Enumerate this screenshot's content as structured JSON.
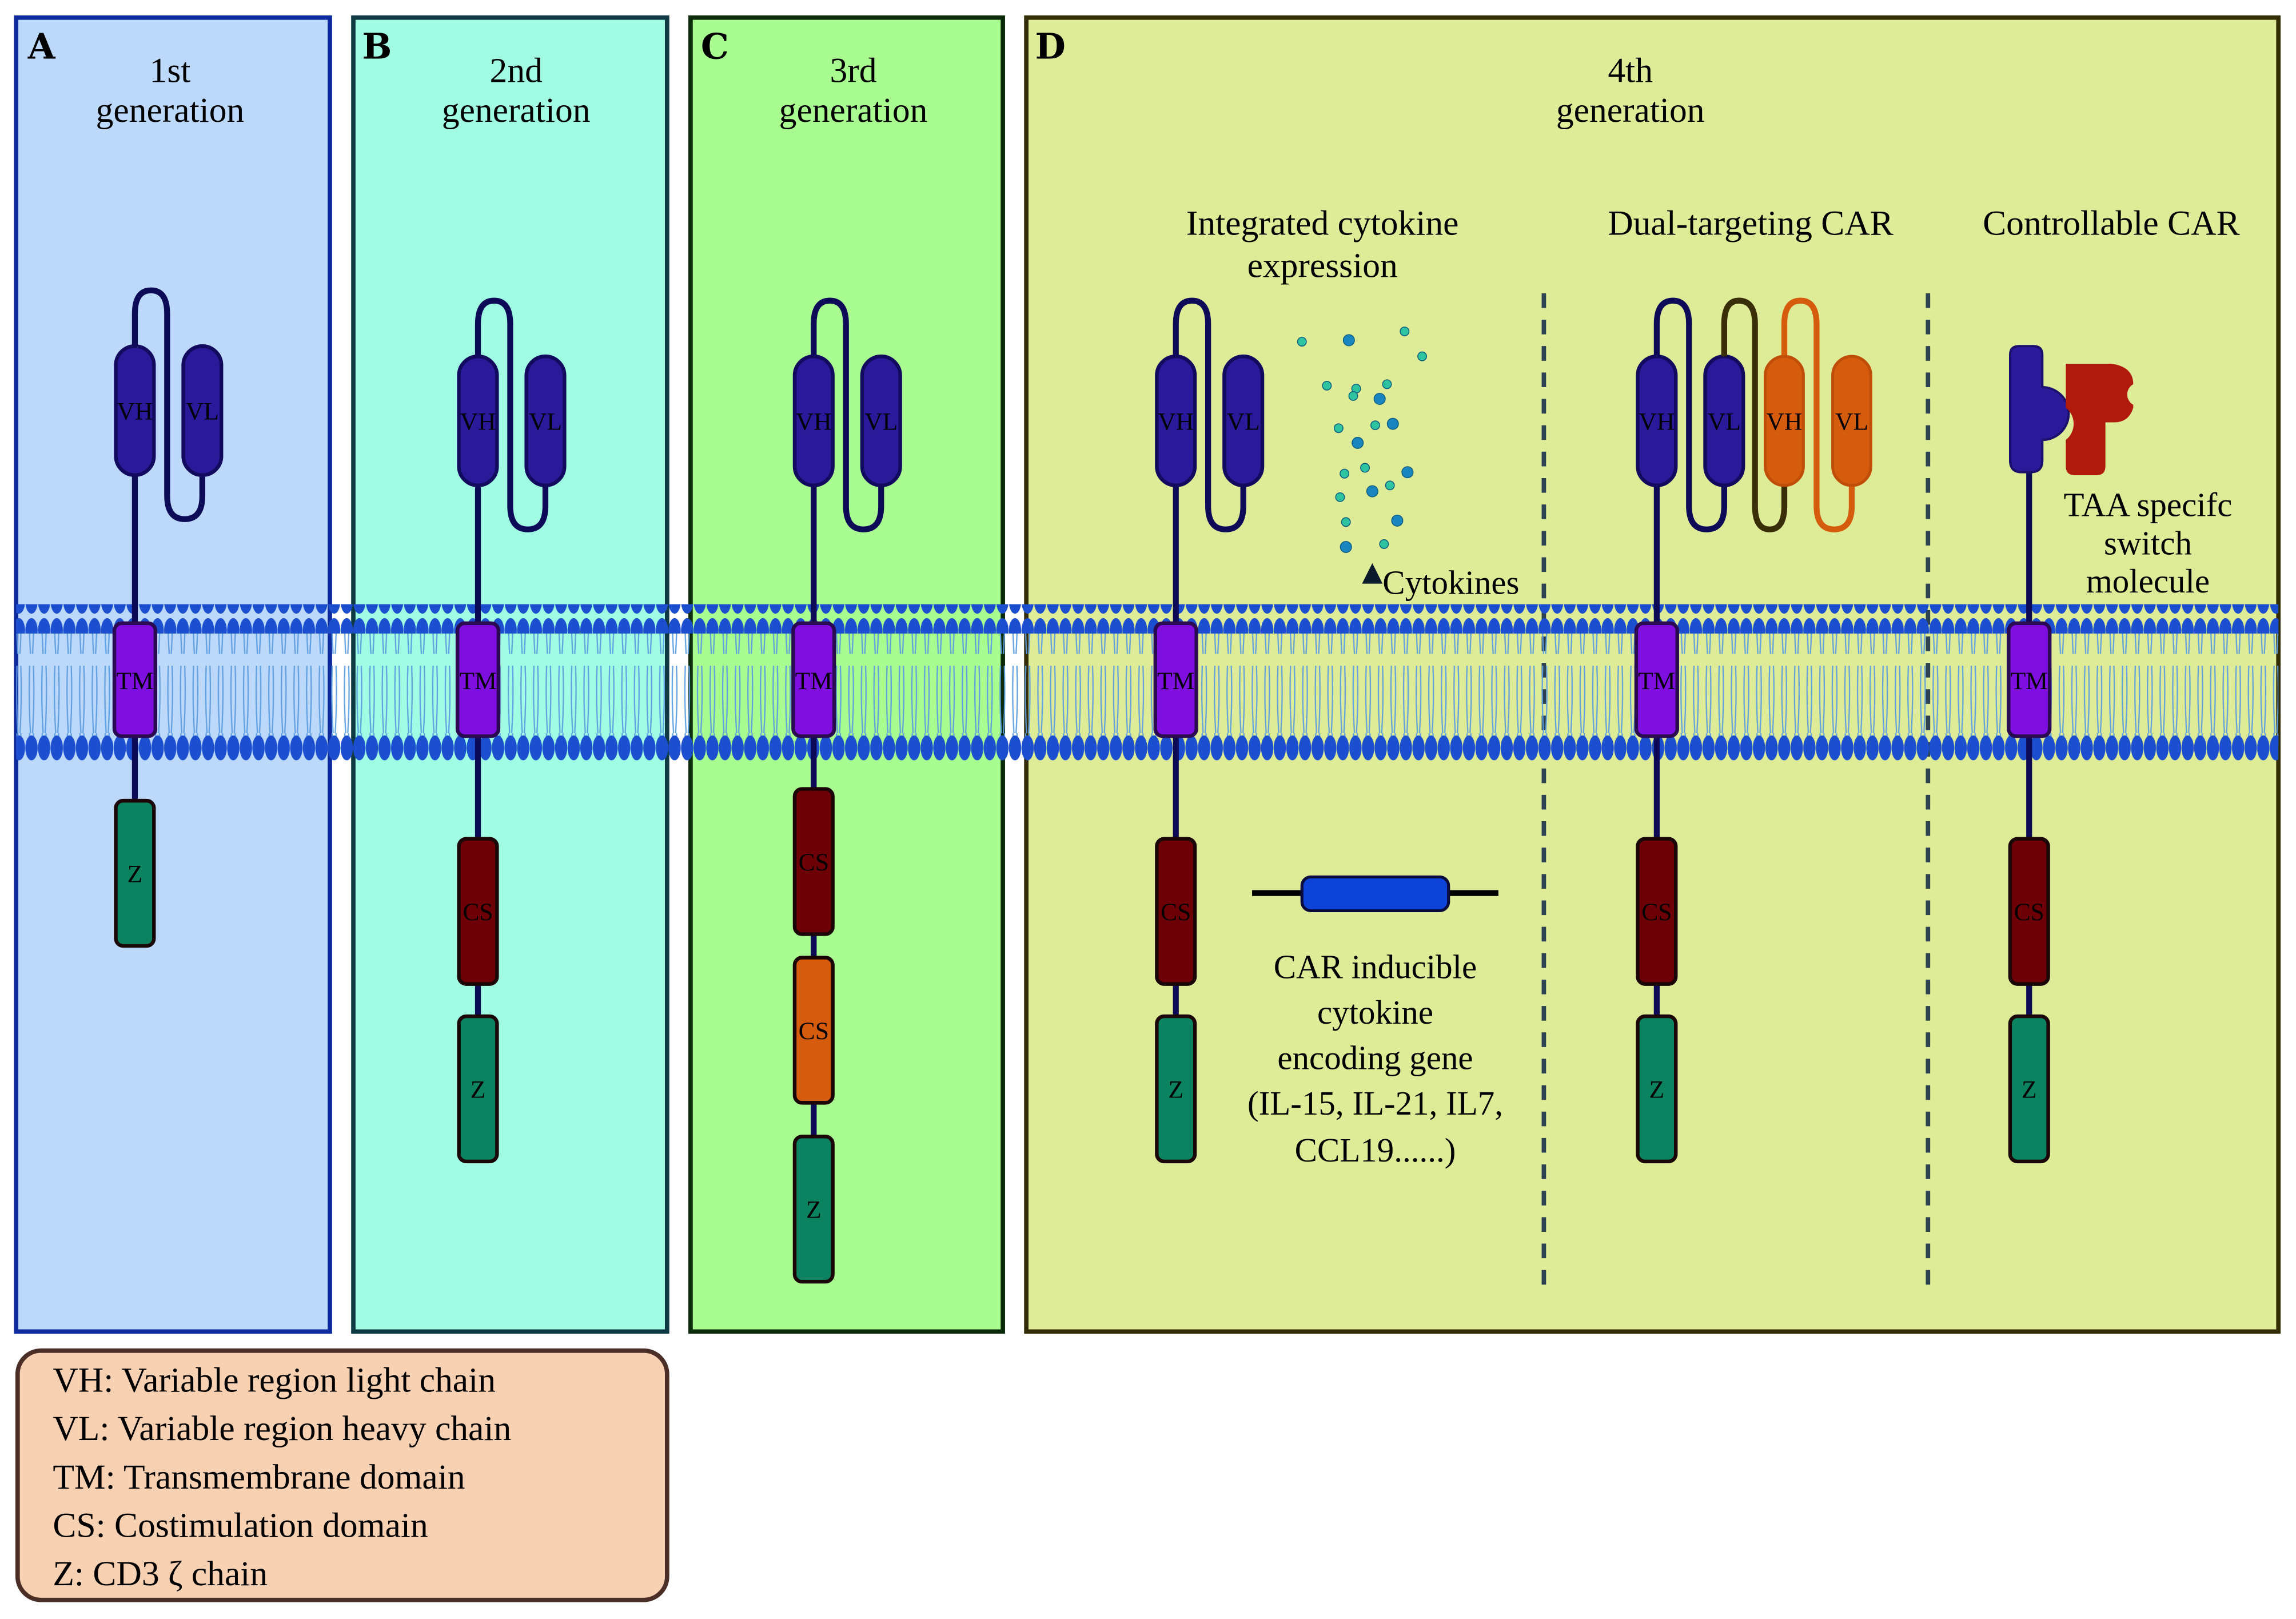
{
  "panels": [
    {
      "letter": "A",
      "title_line1": "1st",
      "title_line2": "generation",
      "bg": "#bcd8fb",
      "border": "#0d2a9e",
      "domains": [
        "Z"
      ]
    },
    {
      "letter": "B",
      "title_line1": "2nd",
      "title_line2": "generation",
      "bg": "#a0fce3",
      "border": "#0f3a44",
      "domains": [
        "CS",
        "Z"
      ]
    },
    {
      "letter": "C",
      "title_line1": "3rd",
      "title_line2": "generation",
      "bg": "#a8fc90",
      "border": "#0c2b0a",
      "domains": [
        "CS",
        "CS",
        "Z"
      ]
    },
    {
      "letter": "D",
      "title_line1": "4th",
      "title_line2": "generation",
      "bg": "#dfec97",
      "border": "#332c05",
      "domains": [
        "CS",
        "Z"
      ]
    }
  ],
  "scfv": {
    "vh": "VH",
    "vl": "VL"
  },
  "tm_label": "TM",
  "domain_labels": {
    "cs": "CS",
    "z": "Z"
  },
  "fourth_gen": {
    "sections": {
      "cytokine": {
        "line1": "Integrated cytokine",
        "line2": "expression"
      },
      "dual": {
        "title": "Dual-targeting CAR"
      },
      "controllable": {
        "title": "Controllable CAR"
      }
    },
    "cytokines_label": "Cytokines",
    "gene_label": [
      "CAR inducible",
      "cytokine",
      "encoding gene",
      "(IL-15, IL-21, IL7,",
      "CCL19......)"
    ],
    "switch_label": [
      "TAA specifc",
      "switch",
      "molecule"
    ]
  },
  "legend": {
    "items": [
      "VH: Variable region light chain",
      "VL: Variable region heavy chain",
      "TM: Transmembrane domain",
      "CS: Costimulation domain",
      "Z: CD3 ζ chain"
    ]
  },
  "colors": {
    "scfv_blue": "#2a1a9a",
    "scfv_orange": "#d45c0c",
    "tm_purple": "#7f0fe0",
    "cs_dark": "#6d0006",
    "cs_orange": "#d45c0c",
    "z_green": "#0c8360",
    "membrane_head": "#1b4fcf",
    "membrane_tail": "#5c9ee0",
    "gene_blue": "#0d43d8",
    "switch_red": "#b01a0c",
    "legend_bg": "#f8d0b2",
    "legend_border": "#4b2e26"
  }
}
